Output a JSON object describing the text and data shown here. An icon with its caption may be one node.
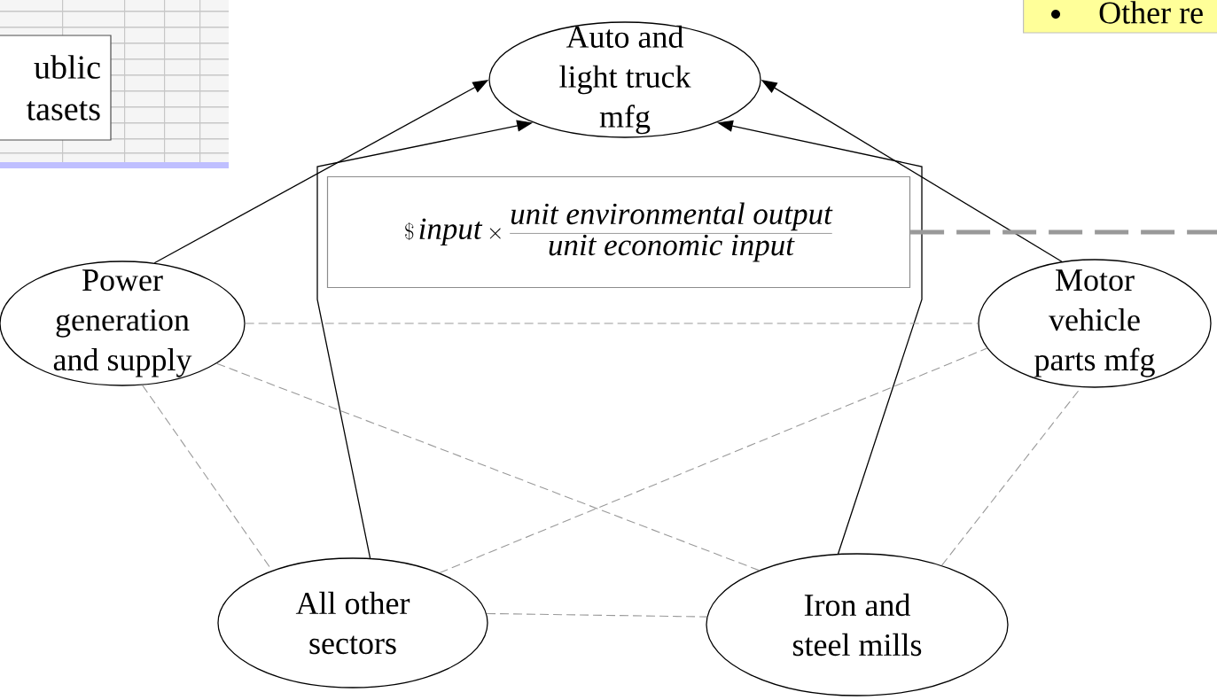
{
  "diagram": {
    "nodes": [
      {
        "text": [
          "Auto and light truck mfg"
        ]
      },
      {
        "text": [
          "Power generation and supply"
        ]
      },
      {
        "text": [
          "Motor vehicle parts mfg"
        ]
      },
      {
        "text": [
          "All other sectors"
        ]
      },
      {
        "text": [
          "Iron and steel mills"
        ]
      },
      {
        "text": [
          "\\$\\, \\mathit{input} \\times \\frac{\\mathit{unit\\ environmental\\ output}}{\\mathit{unit\\ economic\\ input}}"
        ]
      },
      {
        "text": [
          "ublic tasets"
        ]
      },
      {
        "text": [
          "Other re"
        ]
      }
    ],
    "edges": [
      {
        "from": 1,
        "to": 0,
        "arrow": "to",
        "color": "#000000"
      },
      {
        "from": 3,
        "to": 0,
        "arrow": "to",
        "color": "#000000"
      },
      {
        "from": 4,
        "to": 0,
        "arrow": "to",
        "color": "#000000"
      },
      {
        "from": 2,
        "to": 0,
        "arrow": "to",
        "color": "#000000"
      },
      {
        "from": 1,
        "to": 2,
        "arrow": "none",
        "style": "dashed",
        "color": "#999999"
      },
      {
        "from": 1,
        "to": 4,
        "arrow": "none",
        "style": "dashed",
        "color": "#999999"
      },
      {
        "from": 1,
        "to": 3,
        "arrow": "none",
        "style": "dashed",
        "color": "#999999"
      },
      {
        "from": 3,
        "to": 2,
        "arrow": "none",
        "style": "dashed",
        "color": "#999999"
      },
      {
        "from": 3,
        "to": 4,
        "arrow": "none",
        "style": "dashed",
        "color": "#999999"
      },
      {
        "from": 4,
        "to": 2,
        "arrow": "none",
        "style": "dashed",
        "color": "#999999"
      },
      {
        "from": 5,
        "to": null,
        "arrow": "none",
        "style": "dashed",
        "color": "#999999"
      }
    ]
  }
}
